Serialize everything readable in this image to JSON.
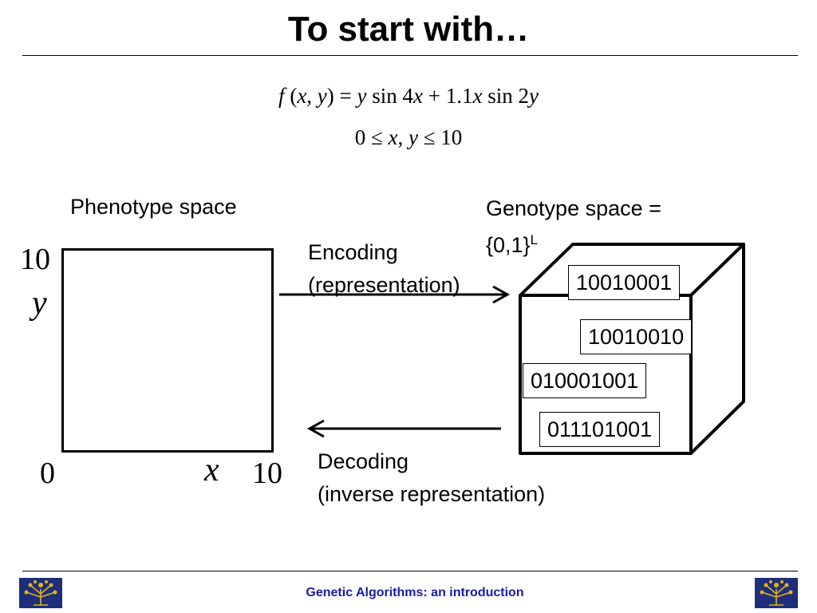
{
  "title": "To start with…",
  "equations": {
    "line1": "f (x, y) = y sin 4x + 1.1x sin 2y",
    "line2": "0 ≤ x, y ≤ 10"
  },
  "phenotype": {
    "label": "Phenotype space",
    "axis": {
      "y_max": "10",
      "y_var": "y",
      "origin": "0",
      "x_var": "x",
      "x_max": "10"
    }
  },
  "genotype": {
    "label_line1": "Genotype space =",
    "label_line2_base": "{0,1}",
    "label_line2_sup": "L",
    "codes": [
      "10010001",
      "10010010",
      "010001001",
      "011101001"
    ]
  },
  "encoding": {
    "line1": "Encoding",
    "line2": "(representation)"
  },
  "decoding": {
    "line1": "Decoding",
    "line2": "(inverse representation)"
  },
  "footer": {
    "title": "Genetic Algorithms: an introduction",
    "left_logo": "tree-emblem",
    "right_logo": "tree-emblem"
  },
  "colors": {
    "footer_text": "#1a1aa6",
    "logo_bg": "#1d2e7a",
    "logo_gold": "#e3b21c"
  }
}
